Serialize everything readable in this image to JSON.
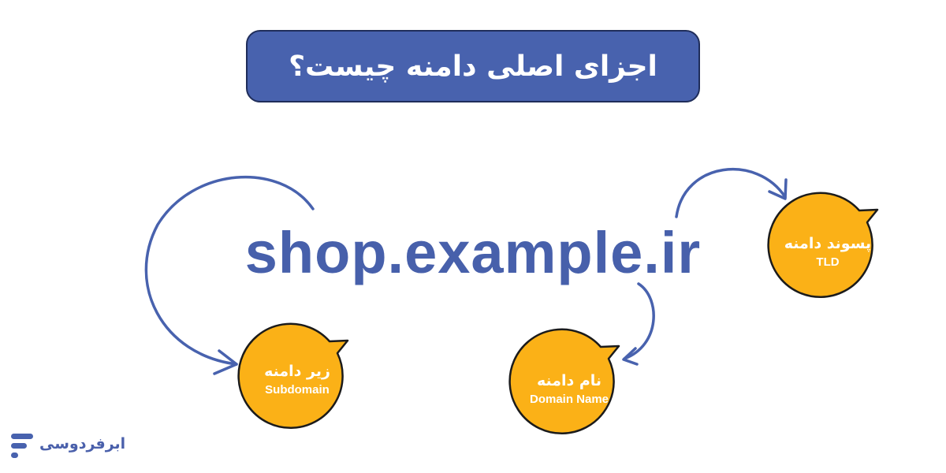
{
  "title": "اجزای اصلی دامنه چیست؟",
  "domain": "shop.example.ir",
  "parts": [
    {
      "name_fa": "زیر دامنه",
      "name_en": "Subdomain"
    },
    {
      "name_fa": "نام دامنه",
      "name_en": "Domain Name"
    },
    {
      "name_fa": "پسوند دامنه",
      "name_en": "TLD"
    }
  ],
  "brand": {
    "name": "ابرفردوسی",
    "icon": "brand-logo-icon"
  },
  "colors": {
    "primary": "#4862ae",
    "bubble": "#fbb117",
    "outline": "#1b1b1b"
  }
}
